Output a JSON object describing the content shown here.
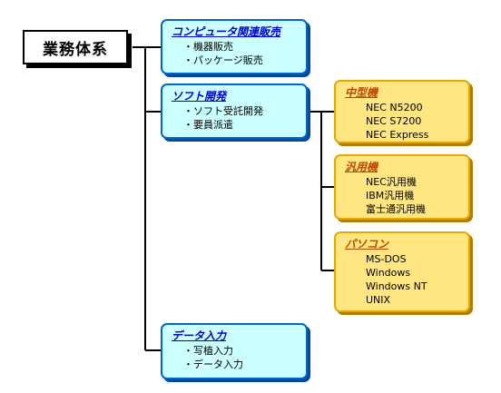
{
  "root": {
    "label": "業務体系"
  },
  "categories": [
    {
      "title": "コンピュータ関連販売",
      "items": [
        "・機器販売",
        "・パッケージ販売"
      ]
    },
    {
      "title": "ソフト開発",
      "items": [
        "・ソフト受託開発",
        "・要員派遣"
      ]
    },
    {
      "title": "データ入力",
      "items": [
        "・写植入力",
        "・データ入力"
      ]
    }
  ],
  "platforms": [
    {
      "title": "中型機",
      "items": [
        "NEC N5200",
        "NEC S7200",
        "NEC Express"
      ]
    },
    {
      "title": "汎用機",
      "items": [
        "NEC汎用機",
        "IBM汎用機",
        "富士通汎用機"
      ]
    },
    {
      "title": "パソコン",
      "items": [
        "MS-DOS",
        "Windows",
        "Windows NT",
        "UNIX"
      ]
    }
  ]
}
